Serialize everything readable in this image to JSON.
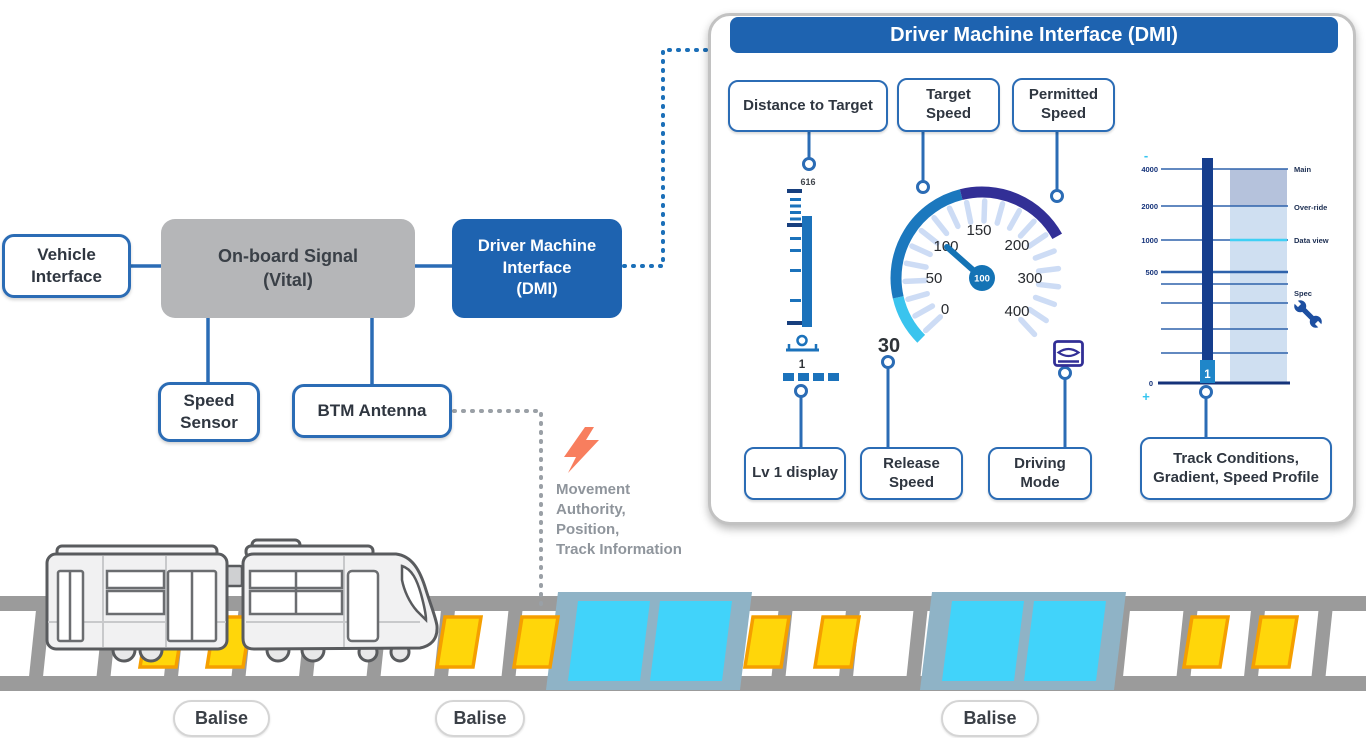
{
  "colors": {
    "accent_blue": "#2b6cb5",
    "dmi_blue": "#1e63b0",
    "box_gray": "#b5b6b8",
    "text_dark": "#2f3640",
    "message_gray": "#8f959c",
    "lightning_orange": "#f87e5e",
    "gauge_arc_blue": "#1b78be",
    "gauge_arc_navy": "#322f96",
    "gauge_arc_cyan": "#3ac4ee",
    "gauge_tick_blue": "#cddcf5",
    "distance_bar_blue": "#1b72bb",
    "planning_navy": "#163e8d",
    "planning_band_light": "#cfdff1",
    "planning_band_muted": "#b5c2dc",
    "planning_cyan": "#3fd0f5",
    "track_gray": "#9b9b9b",
    "balise_yellow": "#FFD60A",
    "balise_border": "#F59F00",
    "loop_cyan": "#41d3fa",
    "loop_frame": "#8fb3c6"
  },
  "left_diagram": {
    "vehicle_interface_lines": [
      "Vehicle",
      "Interface"
    ],
    "onboard_signal_lines": [
      "On-board Signal",
      "(Vital)"
    ],
    "dmi_box_lines": [
      "Driver Machine",
      "Interface",
      "(DMI)"
    ],
    "speed_sensor_lines": [
      "Speed",
      "Sensor"
    ],
    "btm_antenna": "BTM Antenna",
    "message_lines": [
      "Movement",
      "Authority,",
      "Position,",
      "Track Information"
    ]
  },
  "dmi_panel": {
    "title": "Driver Machine Interface (DMI)",
    "callouts": {
      "distance_to_target": "Distance to Target",
      "target_speed_lines": [
        "Target",
        "Speed"
      ],
      "permitted_speed_lines": [
        "Permitted",
        "Speed"
      ],
      "lv1_display": "Lv 1 display",
      "release_speed_lines": [
        "Release",
        "Speed"
      ],
      "driving_mode_lines": [
        "Driving",
        "Mode"
      ],
      "track_conditions_lines": [
        "Track Conditions,",
        "Gradient, Speed Profile"
      ]
    },
    "distance_display": {
      "distance_value": "616",
      "level_value": "1"
    },
    "speed_gauge": {
      "scale_labels": [
        "0",
        "50",
        "100",
        "150",
        "200",
        "300",
        "400"
      ],
      "current_speed": "100",
      "release_speed": "30"
    },
    "planning_area": {
      "distance_scale_labels": [
        "4000",
        "2000",
        "1000",
        "500",
        "0"
      ],
      "menu_items": [
        "Main",
        "Over-ride",
        "Data view",
        "Spec"
      ],
      "level_value": "1",
      "zoom_out": "-",
      "zoom_in": "+"
    }
  },
  "track": {
    "balise_labels": [
      "Balise",
      "Balise",
      "Balise"
    ]
  }
}
